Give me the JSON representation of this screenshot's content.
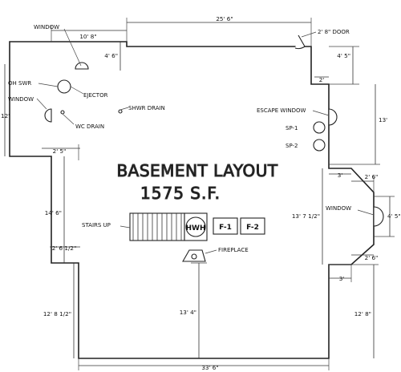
{
  "title": "BASEMENT LAYOUT",
  "subtitle": "1575 S.F.",
  "labels": {
    "window_top": "WINDOW",
    "oh_swr": "OH SWR",
    "ejector": "EJECTOR",
    "window_left": "WINDOW",
    "shwr_drain": "SHWR DRAIN",
    "wc_drain": "WC DRAIN",
    "door": "2' 8\" DOOR",
    "escape_window": "ESCAPE WINDOW",
    "sp1": "SP-1",
    "sp2": "SP-2",
    "window_right": "WINDOW",
    "stairs_up": "STAIRS UP",
    "fireplace": "FIREPLACE",
    "hwh": "HWH",
    "f1": "F-1",
    "f2": "F-2"
  },
  "dimensions": {
    "top_left": "10' 8\"",
    "top_right": "25' 6\"",
    "left_notch_height": "4' 6\"",
    "right_notch_height": "4' 5\"",
    "right_notch_width": "2'",
    "left_upper": "12'",
    "right_upper": "13'",
    "left_step": "2' 5\"",
    "left_mid": "14' 6\"",
    "left_step2": "2' 6 1/2\"",
    "left_lower": "12' 8 1/2\"",
    "center_lower": "13' 4\"",
    "bottom": "33' 6\"",
    "bay_top_width": "3'",
    "bay_top_step": "2' 6\"",
    "bay_height": "13' 7 1/2\"",
    "bay_depth": "4' 5\"",
    "bay_bottom_step": "2' 6\"",
    "bay_bottom_width": "3'",
    "right_lower": "12' 8\""
  }
}
